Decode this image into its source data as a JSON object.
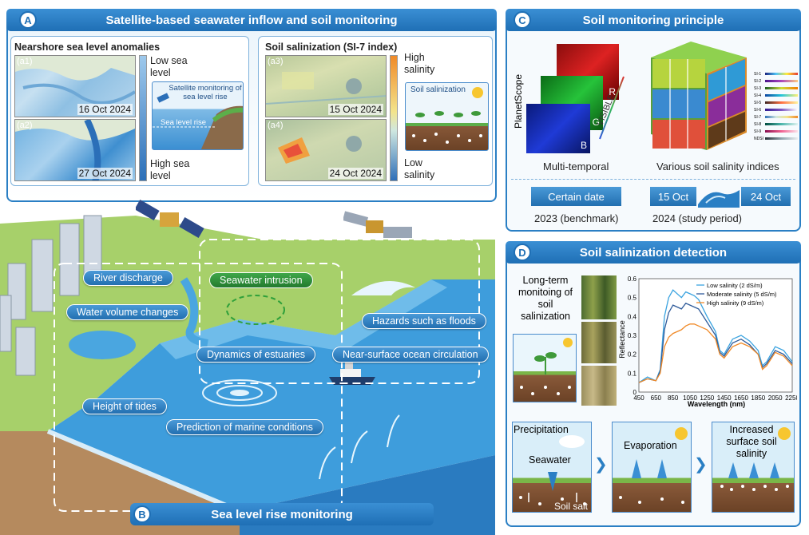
{
  "panelA": {
    "letter": "A",
    "title": "Satellite-based seawater inflow and soil monitoring",
    "sea": {
      "title": "Nearshore sea level anomalies",
      "a1": "(a1)",
      "a1_date": "16 Oct 2024",
      "a2": "(a2)",
      "a2_date": "27 Oct 2024",
      "low": "Low sea level",
      "high": "High sea level",
      "inset_title": "Satellite monitoring of sea level rise",
      "inset_rise": "Sea level rise"
    },
    "soil": {
      "title": "Soil salinization (SI-7 index)",
      "a3": "(a3)",
      "a3_date": "15 Oct 2024",
      "a4": "(a4)",
      "a4_date": "24 Oct 2024",
      "high": "High salinity",
      "low": "Low salinity",
      "inset_title": "Soil salinization"
    }
  },
  "panelB": {
    "letter": "B",
    "title": "Sea level rise monitoring",
    "labels": {
      "river": "River discharge",
      "water": "Water volume changes",
      "intrusion": "Seawater intrusion",
      "hazards": "Hazards such as floods",
      "estuaries": "Dynamics of estuaries",
      "circulation": "Near-surface ocean circulation",
      "tides": "Height of tides",
      "prediction": "Prediction of marine conditions"
    }
  },
  "panelC": {
    "letter": "C",
    "title": "Soil monitoring principle",
    "planetscope": "PlanetScope",
    "visible": "VISIBLE",
    "r": "R",
    "g": "G",
    "b": "B",
    "multi": "Multi-temporal",
    "various": "Various soil salinity indices",
    "certain": "Certain date",
    "d1": "15 Oct",
    "d2": "24 Oct",
    "bench": "2023 (benchmark)",
    "study": "2024 (study period)",
    "indices": [
      "SI-1",
      "SI-2",
      "SI-3",
      "SI-4",
      "SI-5",
      "SI-6",
      "SI-7",
      "SI-8",
      "SI-9",
      "NDSI"
    ]
  },
  "panelD": {
    "letter": "D",
    "title": "Soil salinization detection",
    "longterm": "Long-term monitoing of soil salinization",
    "precip": "Precipitation",
    "seawater": "Seawater",
    "soilsalt": "Soil salt",
    "evap": "Evaporation",
    "increased": "Increased surface soil salinity"
  },
  "chart_data": {
    "type": "line",
    "xlabel": "Wavelength (nm)",
    "ylabel": "Reflectance",
    "xlim": [
      450,
      2250
    ],
    "ylim": [
      0,
      0.6
    ],
    "xticks": [
      450,
      650,
      850,
      1050,
      1250,
      1450,
      1650,
      1850,
      2050,
      2250
    ],
    "yticks": [
      0,
      0.1,
      0.2,
      0.3,
      0.4,
      0.5,
      0.6
    ],
    "x": [
      450,
      550,
      650,
      700,
      750,
      800,
      850,
      950,
      1000,
      1050,
      1100,
      1150,
      1250,
      1350,
      1400,
      1450,
      1550,
      1650,
      1750,
      1850,
      1900,
      1950,
      2050,
      2150,
      2250
    ],
    "series": [
      {
        "name": "Low salinity (2 dS/m)",
        "color": "#3aa3e0",
        "values": [
          0.05,
          0.08,
          0.06,
          0.12,
          0.4,
          0.5,
          0.54,
          0.5,
          0.53,
          0.52,
          0.51,
          0.49,
          0.4,
          0.32,
          0.22,
          0.2,
          0.28,
          0.3,
          0.27,
          0.22,
          0.14,
          0.16,
          0.24,
          0.22,
          0.16
        ]
      },
      {
        "name": "Moderate salinity (5 dS/m)",
        "color": "#2f5b9a",
        "values": [
          0.05,
          0.07,
          0.06,
          0.11,
          0.33,
          0.42,
          0.46,
          0.44,
          0.47,
          0.46,
          0.45,
          0.44,
          0.37,
          0.3,
          0.21,
          0.19,
          0.26,
          0.28,
          0.25,
          0.2,
          0.13,
          0.15,
          0.22,
          0.2,
          0.15
        ]
      },
      {
        "name": "High salinity (9 dS/m)",
        "color": "#f08a28",
        "values": [
          0.05,
          0.07,
          0.06,
          0.1,
          0.24,
          0.29,
          0.31,
          0.33,
          0.35,
          0.36,
          0.36,
          0.35,
          0.33,
          0.28,
          0.2,
          0.18,
          0.24,
          0.26,
          0.24,
          0.2,
          0.12,
          0.14,
          0.21,
          0.19,
          0.14
        ]
      }
    ]
  }
}
